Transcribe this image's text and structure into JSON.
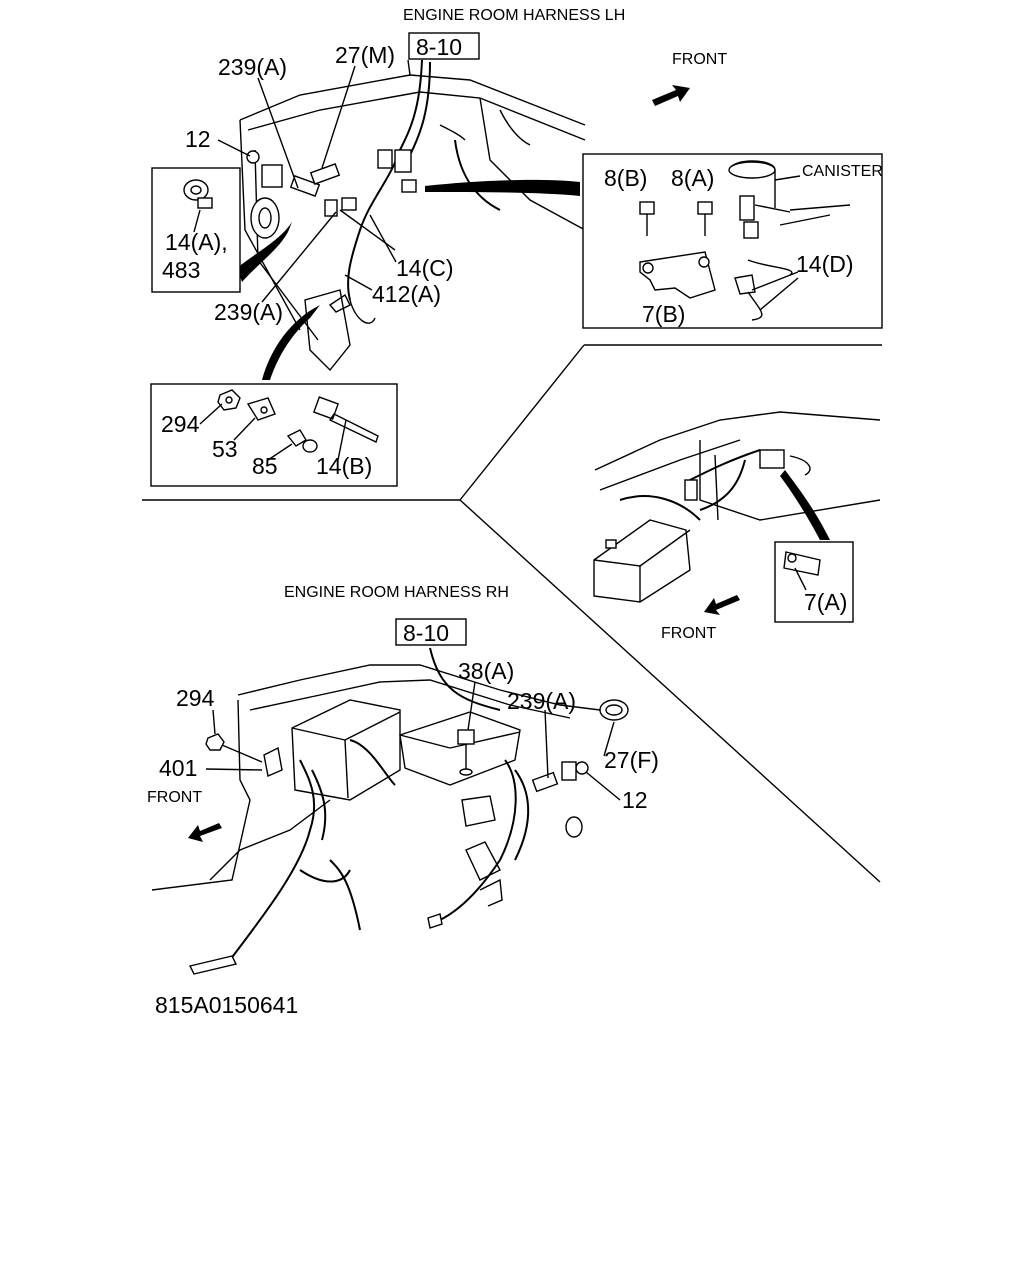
{
  "titles": {
    "lh": "ENGINE ROOM HARNESS LH",
    "rh": "ENGINE ROOM HARNESS RH"
  },
  "refs": {
    "lh_box": "8-10",
    "rh_box": "8-10"
  },
  "front": {
    "lh": "FRONT",
    "mid": "FRONT",
    "rh": "FRONT"
  },
  "canister": "CANISTER",
  "labels": {
    "l239a_top": "239(A)",
    "l27m": "27(M)",
    "l12_top": "12",
    "l14a_483_a": "14(A),",
    "l14a_483_b": "483",
    "l14c": "14(C)",
    "l239a_bottom": "239(A)",
    "l412a": "412(A)",
    "l294_top": "294",
    "l53": "53",
    "l85": "85",
    "l14b": "14(B)",
    "l8b": "8(B)",
    "l8a": "8(A)",
    "l14d": "14(D)",
    "l7b": "7(B)",
    "l7a": "7(A)",
    "l294_bottom": "294",
    "l401": "401",
    "l38a": "38(A)",
    "l239a_rh": "239(A)",
    "l27f": "27(F)",
    "l12_rh": "12"
  },
  "code": "815A0150641"
}
